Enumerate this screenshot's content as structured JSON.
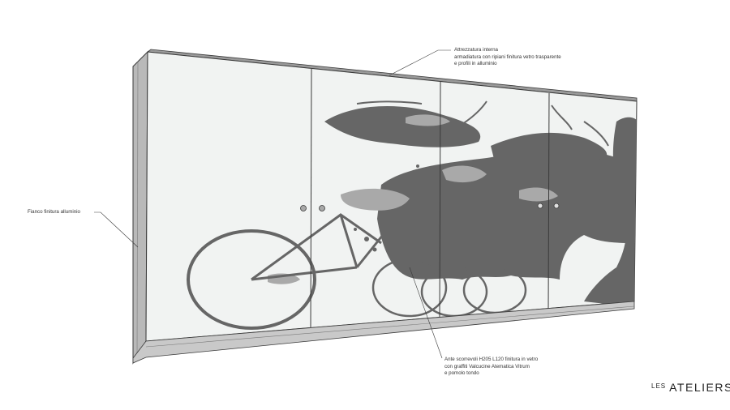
{
  "annotations": {
    "top": {
      "line1": "Attrezzatura interna",
      "line2": "armadiatura con ripiani finitura vetro trasparente",
      "line3": "e profili in alluminio"
    },
    "side": {
      "line1": "Fianco finitura alluminio"
    },
    "bottom": {
      "line1": "Ante scorrevoli H205 L120 finitura in vetro",
      "line2": "con graffiti Valcucine Atematica Vitrum",
      "line3": "e pomolo tondo"
    }
  },
  "logo": {
    "prefix": "LES",
    "name": "ATELIERS"
  },
  "colors": {
    "panel": "#f1f3f2",
    "graffiti_dark": "#666666",
    "graffiti_light": "#a9a9a9",
    "frame": "#8c8c8c",
    "side_panel": "#b5b5b5",
    "base": "#c9c9c9",
    "line": "#3a3a3a"
  }
}
